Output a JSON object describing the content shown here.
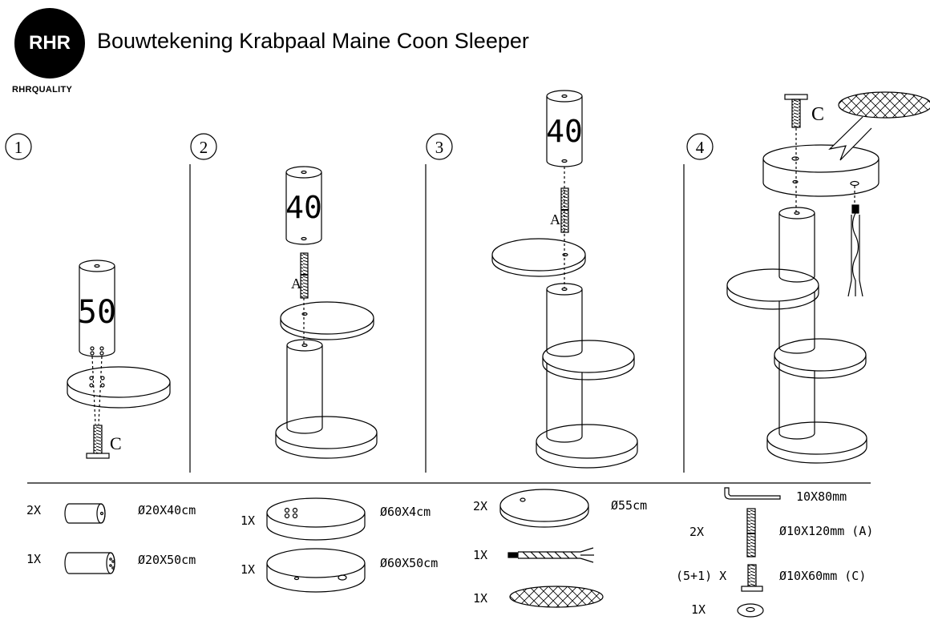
{
  "header": {
    "logo_mark": "RHR",
    "logo_text": "RHRQUALITY",
    "title": "Bouwtekening Krabpaal Maine Coon Sleeper"
  },
  "steps": [
    {
      "number": "1",
      "post_label": "50",
      "screw_label": "C"
    },
    {
      "number": "2",
      "post_label": "40",
      "screw_label": "A"
    },
    {
      "number": "3",
      "post_label": "40",
      "screw_label": "A"
    },
    {
      "number": "4",
      "screw_label": "C"
    }
  ],
  "parts": {
    "post40": {
      "qty": "2X",
      "dim": "Ø20X40cm"
    },
    "post50": {
      "qty": "1X",
      "dim": "Ø20X50cm"
    },
    "base_disc": {
      "qty": "1X",
      "dim": "Ø60X4cm"
    },
    "bed": {
      "qty": "1X",
      "dim": "Ø60X50cm"
    },
    "platform": {
      "qty": "2X",
      "dim": "Ø55cm"
    },
    "rope_toy": {
      "qty": "1X"
    },
    "hammock": {
      "qty": "1X"
    },
    "allen_key": {
      "dim": "10X80mm"
    },
    "bolt_a": {
      "qty": "2X",
      "dim": "Ø10X120mm (A)"
    },
    "bolt_c": {
      "qty": "(5+1) X",
      "dim": "Ø10X60mm (C)"
    },
    "washer": {
      "qty": "1X"
    }
  }
}
